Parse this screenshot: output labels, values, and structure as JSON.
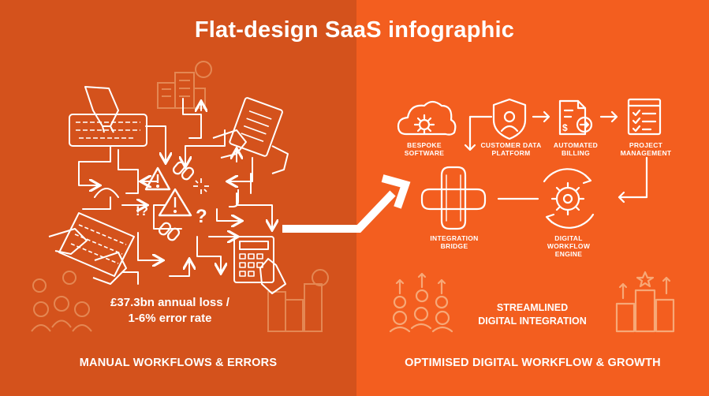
{
  "title": "Flat-design SaaS infographic",
  "colors": {
    "left_panel": "#d4521c",
    "right_panel": "#f35e1f",
    "line": "#ffffff",
    "faint": "#e9874f"
  },
  "left": {
    "stat_line1": "£37.3bn annual loss /",
    "stat_line2": "1-6% error rate",
    "footer": "MANUAL WORKFLOWS & ERRORS",
    "icons": [
      "keyboard-hand-icon",
      "clipboard-hand-icon",
      "laptop-hands-icon",
      "calculator-hand-icon",
      "warning-icon",
      "broken-link-icon",
      "question-icon",
      "building-icon",
      "team-icon"
    ]
  },
  "right": {
    "nodes": {
      "bespoke_line1": "BESPOKE",
      "bespoke_line2": "SOFTWARE",
      "cdp_line1": "CUSTOMER DATA",
      "cdp_line2": "PLATFORM",
      "billing_line1": "AUTOMATED",
      "billing_line2": "BILLING",
      "pm_line1": "PROJECT",
      "pm_line2": "MANAGEMENT",
      "bridge_line1": "INTEGRATION",
      "bridge_line2": "BRIDGE",
      "engine_line1": "DIGITAL",
      "engine_line2": "WORKFLOW",
      "engine_line3": "ENGINE"
    },
    "summary_line1": "STREAMLINED",
    "summary_line2": "DIGITAL INTEGRATION",
    "footer": "OPTIMISED DIGITAL WORKFLOW & GROWTH",
    "icons": [
      "cloud-gear-icon",
      "shield-user-icon",
      "invoice-icon",
      "checklist-icon",
      "integration-knot-icon",
      "gear-cycle-icon",
      "growth-team-icon",
      "growth-buildings-icon"
    ]
  },
  "transition_arrow": "right-arrow-icon"
}
